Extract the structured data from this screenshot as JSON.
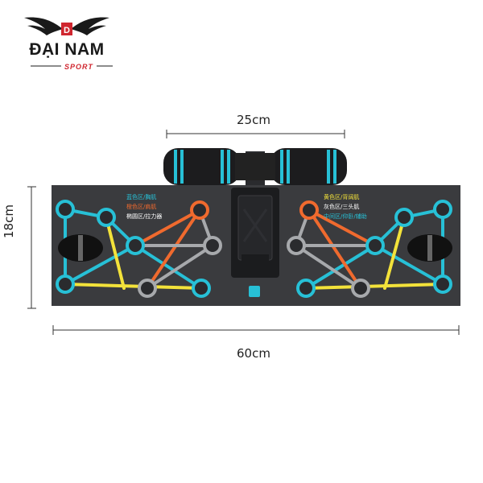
{
  "brand": {
    "name": "ĐẠI NAM",
    "sub": "SPORT",
    "accent_color": "#d0262f"
  },
  "dimensions": {
    "top": "25cm",
    "left": "18cm",
    "bottom": "60cm"
  },
  "board": {
    "color": "#3a3b3e",
    "legend_left": [
      {
        "text": "蓝色区/胸肌",
        "color": "#27c0d6"
      },
      {
        "text": "橙色区/肩肌",
        "color": "#f06a2e"
      },
      {
        "text": "椭圆区/拉力器",
        "color": "#ffffff"
      }
    ],
    "legend_right": [
      {
        "text": "黄色区/背阔肌",
        "color": "#f3e23a"
      },
      {
        "text": "灰色区/三头肌",
        "color": "#ffffff"
      },
      {
        "text": "中间区/仰卧/辅助",
        "color": "#27c0d6"
      }
    ],
    "colors": {
      "blue": "#27c0d6",
      "orange": "#f06a2e",
      "yellow": "#f3e23a",
      "gray": "#a7a9ac"
    }
  }
}
